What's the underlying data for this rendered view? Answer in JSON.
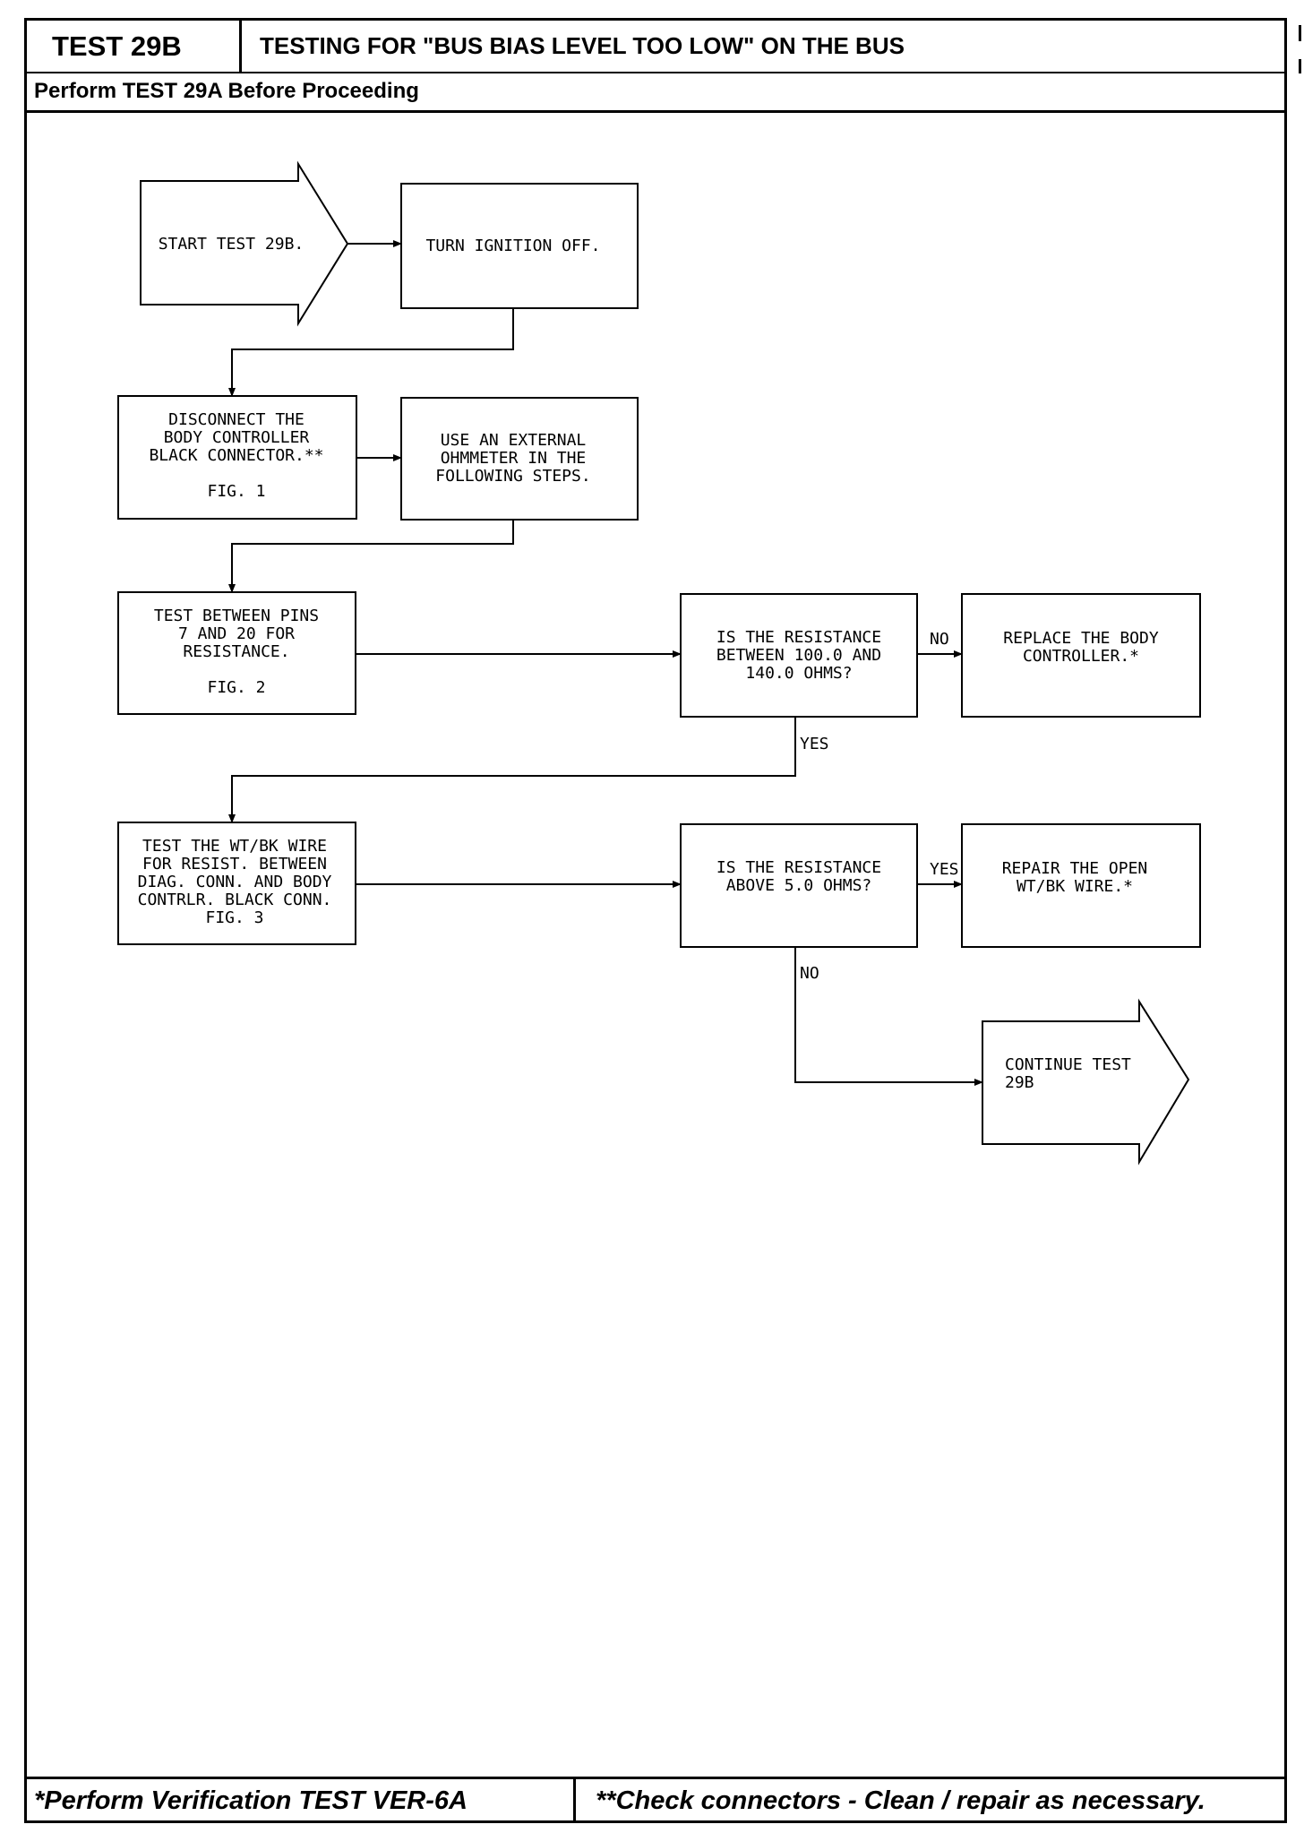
{
  "header": {
    "test_label": "TEST 29B",
    "title": "TESTING FOR \"BUS BIAS LEVEL TOO LOW\" ON THE BUS",
    "subtitle": "Perform TEST 29A Before Proceeding"
  },
  "footer": {
    "left_note": "*Perform Verification TEST VER-6A",
    "right_note": "**Check connectors - Clean / repair as necessary."
  },
  "flow": {
    "start": [
      "START TEST 29B."
    ],
    "turn_ignition_off": [
      "TURN IGNITION OFF."
    ],
    "disconnect": [
      "DISCONNECT THE",
      "BODY CONTROLLER",
      "BLACK CONNECTOR.**",
      "",
      "FIG. 1"
    ],
    "use_ohmmeter": [
      "USE AN EXTERNAL",
      "OHMMETER IN THE",
      "FOLLOWING STEPS."
    ],
    "test_pins": [
      "TEST BETWEEN PINS",
      "7 AND 20 FOR",
      "RESISTANCE.",
      "",
      "FIG. 2"
    ],
    "question_resistance_range": [
      "IS THE RESISTANCE",
      "BETWEEN 100.0 AND",
      "140.0 OHMS?"
    ],
    "replace_controller": [
      "REPLACE THE BODY",
      "CONTROLLER.*"
    ],
    "test_wire": [
      "TEST THE WT/BK WIRE",
      "FOR RESIST. BETWEEN",
      "DIAG. CONN. AND BODY",
      "CONTRLR. BLACK CONN.",
      "FIG. 3"
    ],
    "question_above_5": [
      "IS THE RESISTANCE",
      "ABOVE 5.0 OHMS?"
    ],
    "repair_wire": [
      "REPAIR THE OPEN",
      "WT/BK WIRE.*"
    ],
    "continue": [
      "CONTINUE TEST",
      "29B"
    ],
    "labels": {
      "no_1": "NO",
      "yes_1": "YES",
      "yes_2": "YES",
      "no_2": "NO"
    }
  }
}
